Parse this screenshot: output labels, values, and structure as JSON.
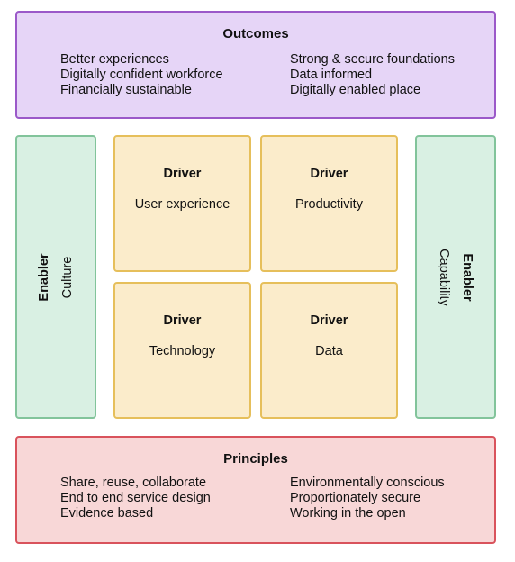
{
  "outcomes": {
    "title": "Outcomes",
    "left": [
      "Better experiences",
      "Digitally confident workforce",
      "Financially sustainable"
    ],
    "right": [
      "Strong & secure foundations",
      "Data informed",
      "Digitally enabled place"
    ]
  },
  "enablers": {
    "left": {
      "title": "Enabler",
      "label": "Culture"
    },
    "right": {
      "title": "Enabler",
      "label": "Capability"
    }
  },
  "drivers": [
    {
      "title": "Driver",
      "label": "User experience"
    },
    {
      "title": "Driver",
      "label": "Productivity"
    },
    {
      "title": "Driver",
      "label": "Technology"
    },
    {
      "title": "Driver",
      "label": "Data"
    }
  ],
  "principles": {
    "title": "Principles",
    "left": [
      "Share, reuse, collaborate",
      "End to end service design",
      "Evidence based"
    ],
    "right": [
      "Environmentally conscious",
      "Proportionately secure",
      "Working in the open"
    ]
  },
  "colors": {
    "outcomes_fill": "#e6d5f7",
    "outcomes_border": "#9b59c9",
    "enabler_fill": "#d9f0e3",
    "enabler_border": "#82c49b",
    "driver_fill": "#fbeccb",
    "driver_border": "#e6bf5b",
    "principles_fill": "#f8d7d7",
    "principles_border": "#d9535c"
  }
}
